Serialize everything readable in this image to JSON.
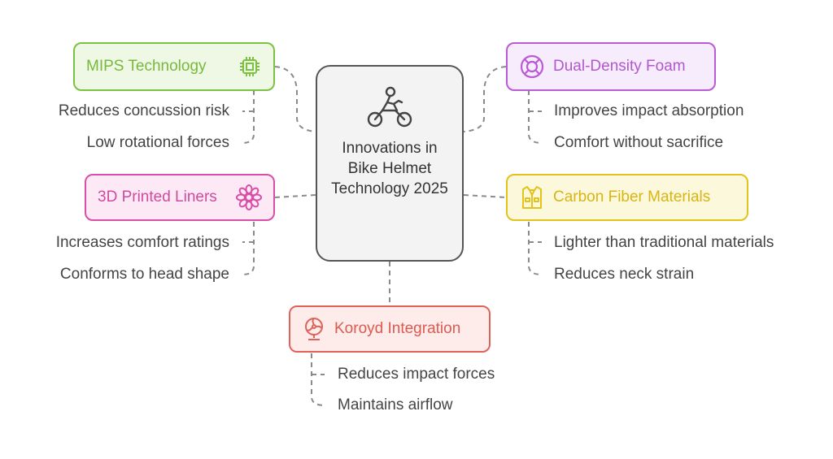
{
  "center": {
    "title": "Innovations in Bike Helmet Technology 2025",
    "icon": "motorbike-rider-icon"
  },
  "nodes": {
    "mips": {
      "label": "MIPS Technology",
      "icon": "chip-icon",
      "color": "#7cc242",
      "fill": "#eef8e4",
      "items": [
        "Reduces concussion risk",
        "Low rotational forces"
      ]
    },
    "dual": {
      "label": "Dual-Density Foam",
      "icon": "lifebuoy-icon",
      "color": "#b95ad6",
      "fill": "#f7ecfb",
      "items": [
        "Improves impact absorption",
        "Comfort without sacrifice"
      ]
    },
    "liners": {
      "label": "3D Printed Liners",
      "icon": "flower-icon",
      "color": "#d94fa8",
      "fill": "#fce9f5",
      "items": [
        "Increases comfort ratings",
        "Conforms to head shape"
      ]
    },
    "carbon": {
      "label": "Carbon Fiber Materials",
      "icon": "vest-icon",
      "color": "#e2c21b",
      "fill": "#fcf8dc",
      "items": [
        "Lighter than traditional materials",
        "Reduces neck strain"
      ]
    },
    "koroyd": {
      "label": "Koroyd Integration",
      "icon": "fan-icon",
      "color": "#e0625a",
      "fill": "#fdecea",
      "items": [
        "Reduces impact forces",
        "Maintains airflow"
      ]
    }
  }
}
